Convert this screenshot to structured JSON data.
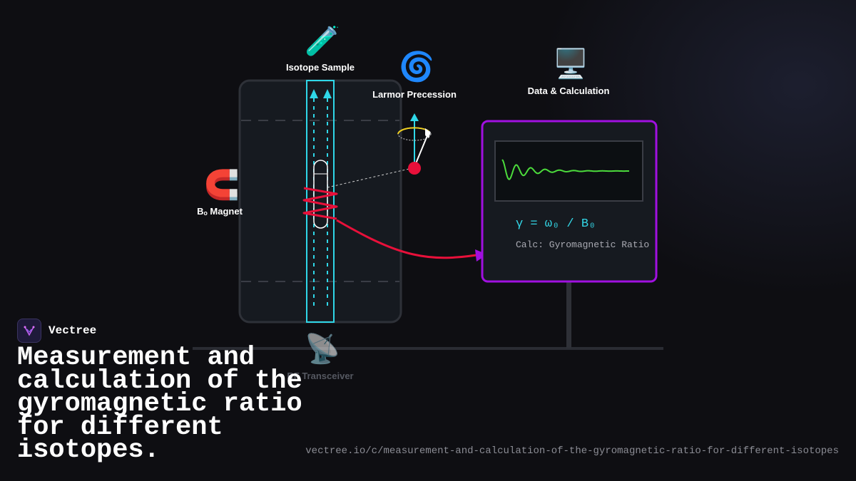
{
  "diagram": {
    "labels": {
      "isotope_sample": "Isotope Sample",
      "larmor_precession": "Larmor Precession",
      "data_calculation": "Data & Calculation",
      "magnet": "Bₒ Magnet",
      "rf_transceiver": "RF Transceiver"
    },
    "icons": {
      "isotope_sample": "🧪",
      "larmor_precession": "🌀",
      "data_calculation": "🖥️",
      "magnet": "🧲",
      "rf_transceiver": "📡"
    },
    "monitor": {
      "formula": "γ = ω₀ / B₀",
      "calc_text": "Calc: Gyromagnetic Ratio"
    },
    "colors": {
      "cyan": "#2fd7e8",
      "coil": "#e8103a",
      "monitor_border": "#a010e0",
      "signal": "#4cdc3c",
      "precession_orbit": "#f0d020"
    }
  },
  "brand": {
    "name": "Vectree"
  },
  "headline": "Measurement and calculation of the gyromagnetic ratio for different isotopes.",
  "url": "vectree.io/c/measurement-and-calculation-of-the-gyromagnetic-ratio-for-different-isotopes"
}
